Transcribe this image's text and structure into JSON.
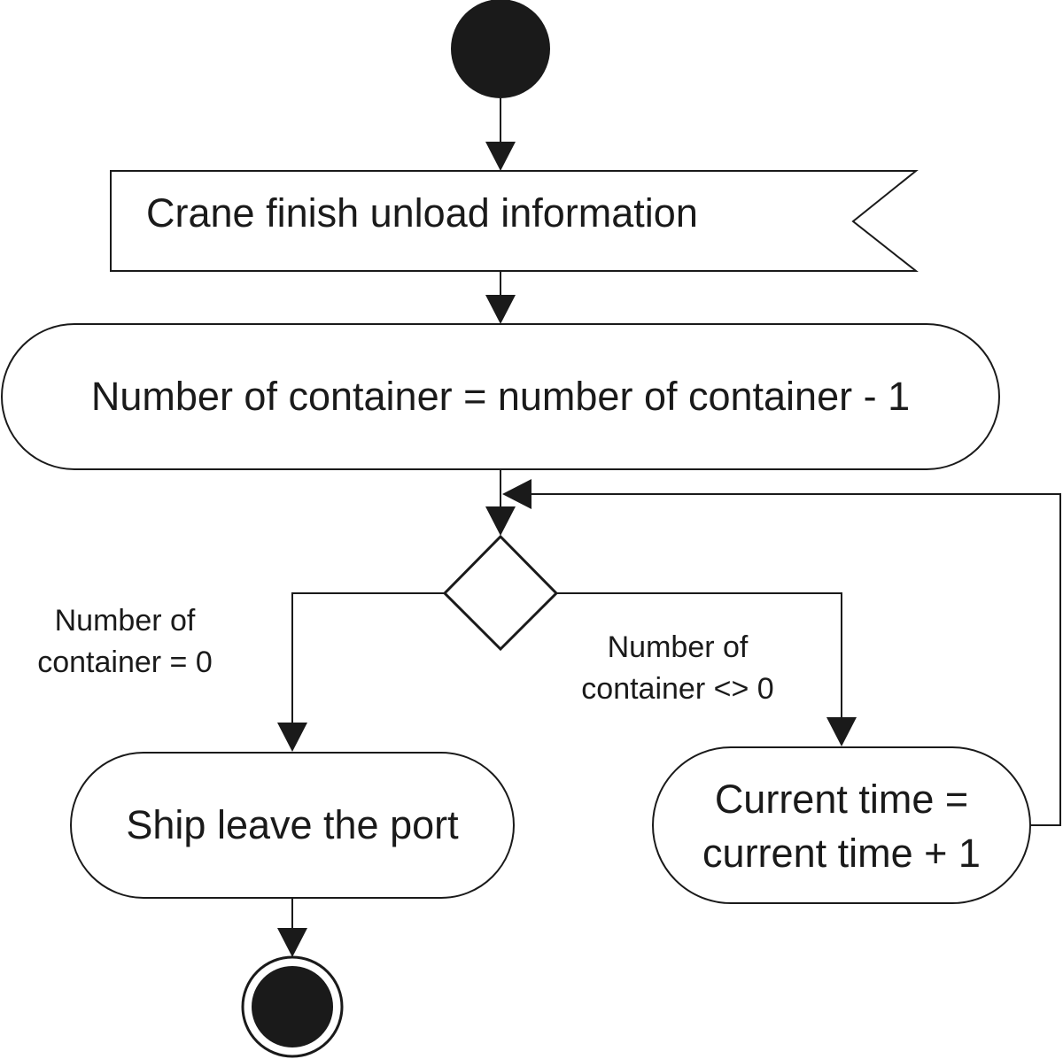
{
  "colors": {
    "ink": "#1a1a1a",
    "background": "#ffffff"
  },
  "nodes": {
    "signal": {
      "label": "Crane finish unload information"
    },
    "decrement": {
      "label": "Number of container = number of container - 1"
    },
    "leave": {
      "label": "Ship leave the port"
    },
    "increment": {
      "line1": "Current time =",
      "line2": "current time + 1"
    }
  },
  "guards": {
    "zero": {
      "line1": "Number of",
      "line2": "container = 0"
    },
    "nonzero": {
      "line1": "Number of",
      "line2": "container <> 0"
    }
  }
}
